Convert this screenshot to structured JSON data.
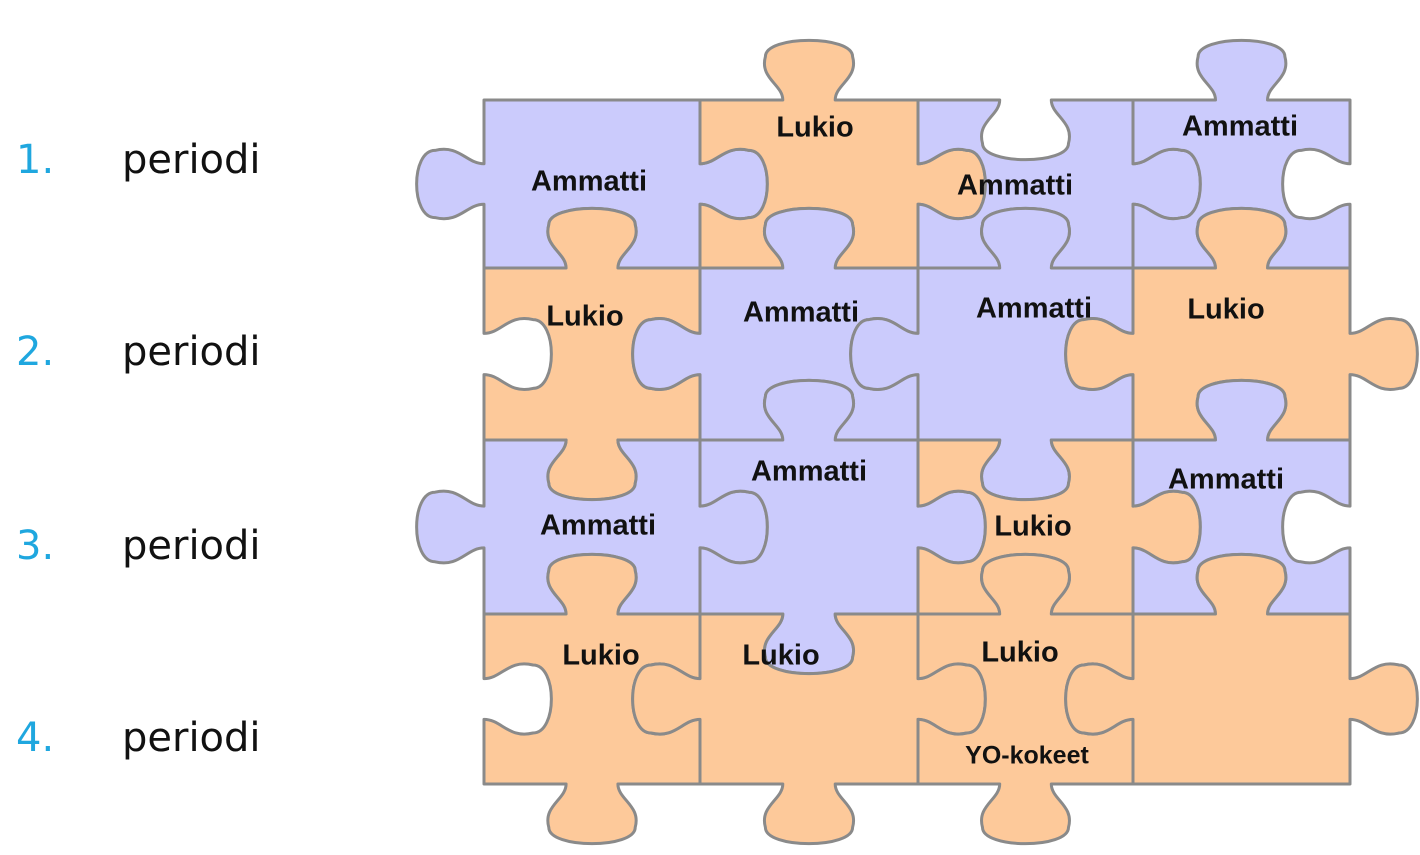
{
  "colors": {
    "numbering": "#1fa7df",
    "lukio": "#fdc99a",
    "ammatti": "#cbcbfc",
    "outline": "#8a8a8a"
  },
  "periods": [
    {
      "number": "1.",
      "label": "periodi"
    },
    {
      "number": "2.",
      "label": "periodi"
    },
    {
      "number": "3.",
      "label": "periodi"
    },
    {
      "number": "4.",
      "label": "periodi"
    }
  ],
  "pieces": [
    {
      "row": 1,
      "col": 1,
      "type": "ammatti",
      "label": "Ammatti"
    },
    {
      "row": 1,
      "col": 2,
      "type": "lukio",
      "label": "Lukio"
    },
    {
      "row": 1,
      "col": 3,
      "type": "ammatti",
      "label": "Ammatti"
    },
    {
      "row": 1,
      "col": 4,
      "type": "ammatti",
      "label": "Ammatti"
    },
    {
      "row": 2,
      "col": 1,
      "type": "lukio",
      "label": "Lukio"
    },
    {
      "row": 2,
      "col": 2,
      "type": "ammatti",
      "label": "Ammatti"
    },
    {
      "row": 2,
      "col": 3,
      "type": "ammatti",
      "label": "Ammatti"
    },
    {
      "row": 2,
      "col": 4,
      "type": "lukio",
      "label": "Lukio"
    },
    {
      "row": 3,
      "col": 1,
      "type": "ammatti",
      "label": "Ammatti"
    },
    {
      "row": 3,
      "col": 2,
      "type": "ammatti",
      "label": "Ammatti"
    },
    {
      "row": 3,
      "col": 3,
      "type": "lukio",
      "label": "Lukio"
    },
    {
      "row": 3,
      "col": 4,
      "type": "ammatti",
      "label": "Ammatti"
    },
    {
      "row": 4,
      "col": 1,
      "type": "lukio",
      "label": "Lukio"
    },
    {
      "row": 4,
      "col": 2,
      "type": "lukio",
      "label": "Lukio"
    },
    {
      "row": 4,
      "col": 3,
      "type": "lukio",
      "label": "Lukio",
      "sub_label": "YO-kokeet"
    },
    {
      "row": 4,
      "col": 4,
      "type": "lukio",
      "label": ""
    }
  ]
}
